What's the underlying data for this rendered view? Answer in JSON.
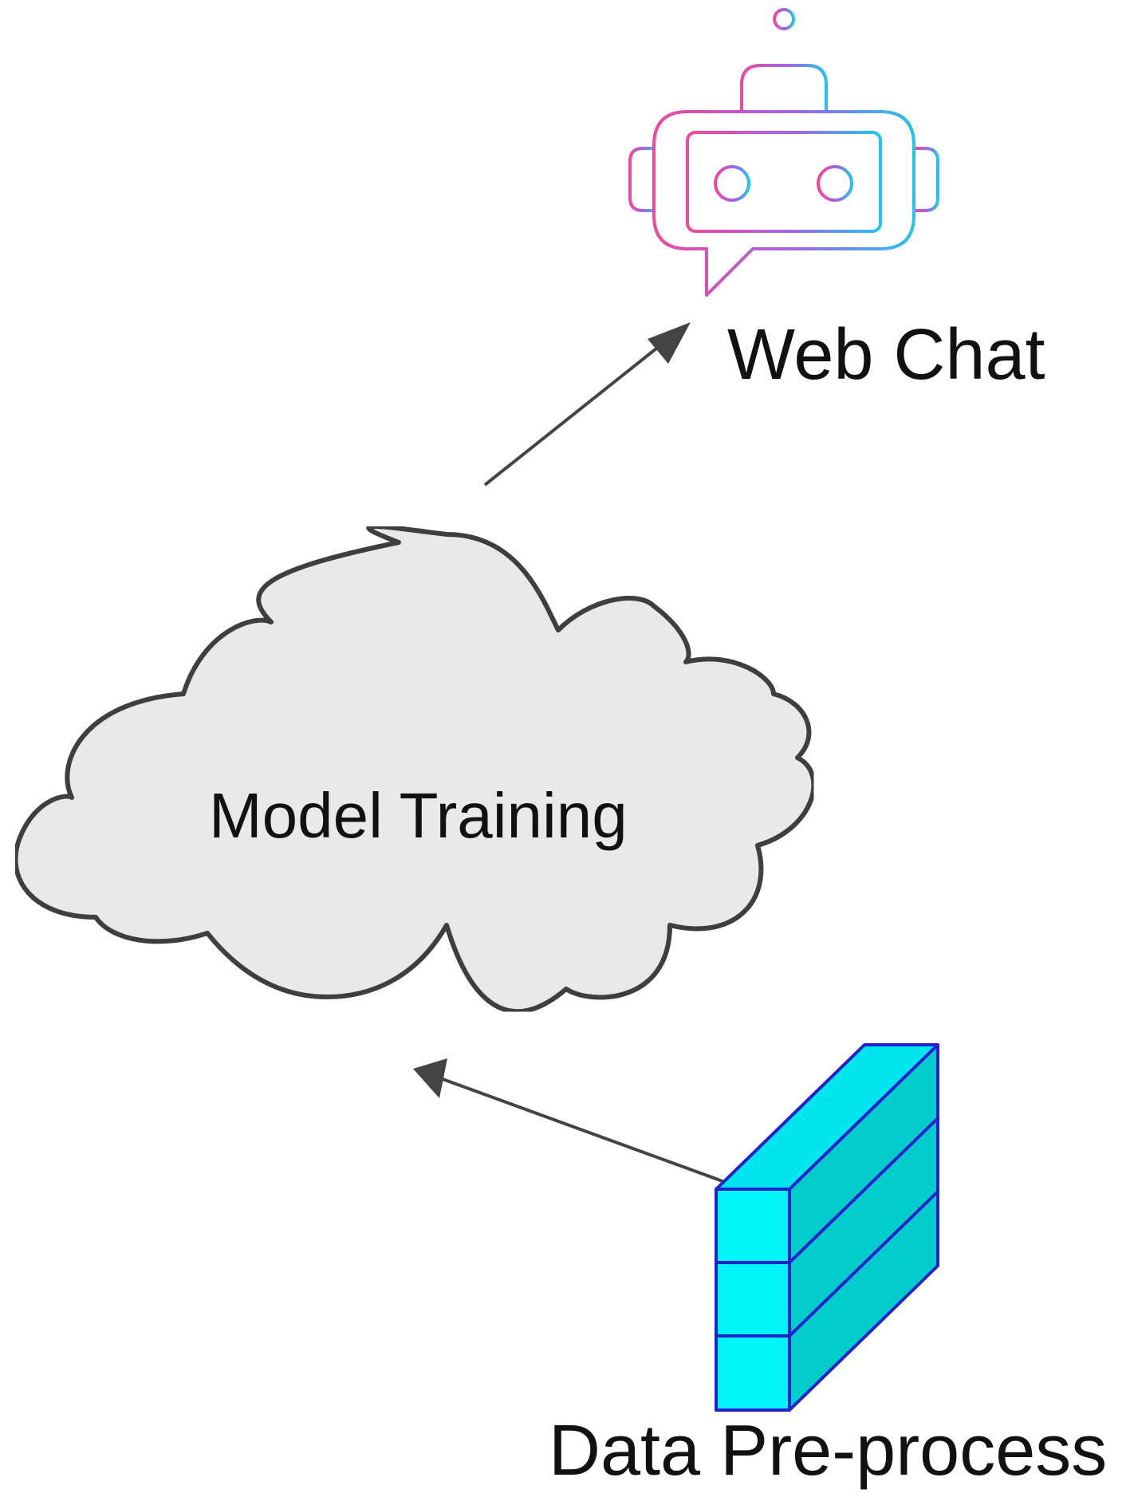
{
  "nodes": {
    "web_chat": {
      "label": "Web Chat",
      "icon": "chatbot-icon"
    },
    "model_training": {
      "label": "Model Training",
      "icon": "cloud-icon"
    },
    "data_preprocess": {
      "label": "Data Pre-process",
      "icon": "database-stack-icon"
    }
  },
  "edges": [
    {
      "from": "data_preprocess",
      "to": "model_training"
    },
    {
      "from": "model_training",
      "to": "web_chat"
    }
  ],
  "colors": {
    "text": "#111111",
    "arrow": "#444444",
    "cloud_fill": "#ececec",
    "cloud_stroke": "#111111",
    "db_front": "#00f5fa",
    "db_side": "#00cccc",
    "db_top": "#00e6f0",
    "db_stroke": "#2222cc",
    "bot_gradient_start": "#f0489c",
    "bot_gradient_mid": "#a066e6",
    "bot_gradient_end": "#22c4f0"
  }
}
